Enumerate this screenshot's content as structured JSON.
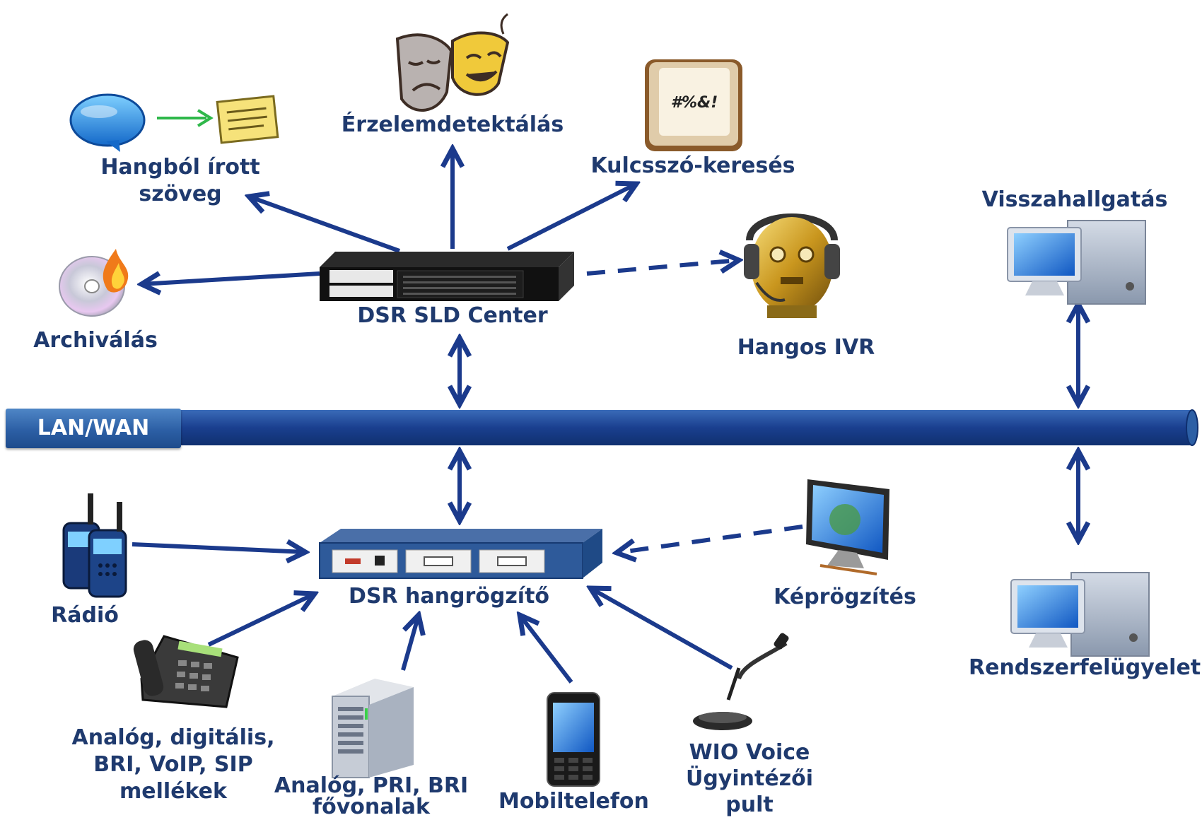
{
  "network": {
    "label": "LAN/WAN"
  },
  "servers": {
    "center": "DSR SLD Center",
    "recorder": "DSR hangrögzítő"
  },
  "outputs": {
    "speech_to_text": [
      "Hangból írott",
      "szöveg"
    ],
    "emotion": "Érzelemdetektálás",
    "keyword": "Kulcsszó-keresés",
    "keyword_glyph": "#%&!",
    "archive": "Archiválás",
    "ivr": "Hangos IVR"
  },
  "clients": {
    "playback": "Visszahallgatás",
    "admin": "Rendszerfelügyelet"
  },
  "sources": {
    "radio": "Rádió",
    "screen": "Képrögzítés",
    "extensions": [
      "Analóg, digitális,",
      "BRI, VoIP, SIP",
      "mellékek"
    ],
    "trunks": [
      "Analóg, PRI, BRI",
      "fővonalak"
    ],
    "mobile": "Mobiltelefon",
    "desk": [
      "WIO Voice",
      "Ügyintézői",
      "pult"
    ]
  },
  "colors": {
    "label": "#1f3a6e",
    "arrow": "#1b3a8c",
    "bus": "#1a3f8f"
  },
  "icons": {
    "speech_to_text": "speech-bubble-to-note-icon",
    "emotion": "theater-masks-icon",
    "keyword": "keyboard-key-icon",
    "archive": "burning-cd-icon",
    "ivr": "robot-headset-icon",
    "center": "rack-server-icon",
    "recorder": "rack-recorder-icon",
    "playback": "desktop-computer-icon",
    "admin": "desktop-computer-icon",
    "radio": "walkie-talkie-icon",
    "screen": "monitor-icon",
    "extensions": "desk-phone-icon",
    "trunks": "tower-server-icon",
    "mobile": "mobile-phone-icon",
    "desk": "gooseneck-microphone-icon"
  }
}
